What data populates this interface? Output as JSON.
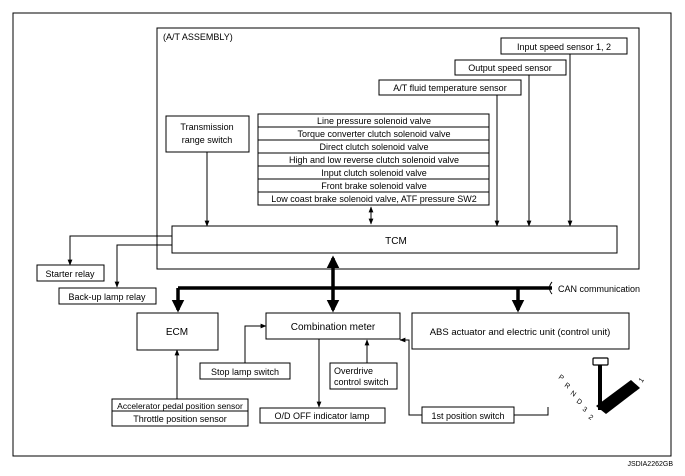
{
  "assembly_label": "(A/T ASSEMBLY)",
  "boxes": {
    "input_speed_sensor": "Input speed sensor 1, 2",
    "output_speed_sensor": "Output speed sensor",
    "fluid_temp_sensor": "A/T fluid temperature sensor",
    "range_switch_line1": "Transmission",
    "range_switch_line2": "range switch",
    "tcm": "TCM",
    "starter_relay": "Starter relay",
    "backup_lamp_relay": "Back-up lamp relay",
    "can": "CAN communication",
    "ecm": "ECM",
    "combination_meter": "Combination meter",
    "abs": "ABS actuator and electric unit (control unit)",
    "stop_lamp_switch": "Stop lamp switch",
    "overdrive_line1": "Overdrive",
    "overdrive_line2": "control switch",
    "accel_pedal_sensor": "Accelerator pedal position sensor",
    "throttle_sensor": "Throttle position sensor",
    "od_off_lamp": "O/D OFF indicator lamp",
    "first_position_switch": "1st position switch"
  },
  "valves": [
    "Line pressure solenoid valve",
    "Torque converter clutch solenoid valve",
    "Direct clutch solenoid valve",
    "High and low reverse clutch solenoid valve",
    "Input clutch solenoid valve",
    "Front brake solenoid valve",
    "Low coast brake solenoid valve, ATF pressure SW2"
  ],
  "shifter_letters": [
    "P",
    "R",
    "N",
    "D",
    "3",
    "2",
    "1"
  ],
  "figure_id": "JSDIA2262GB"
}
